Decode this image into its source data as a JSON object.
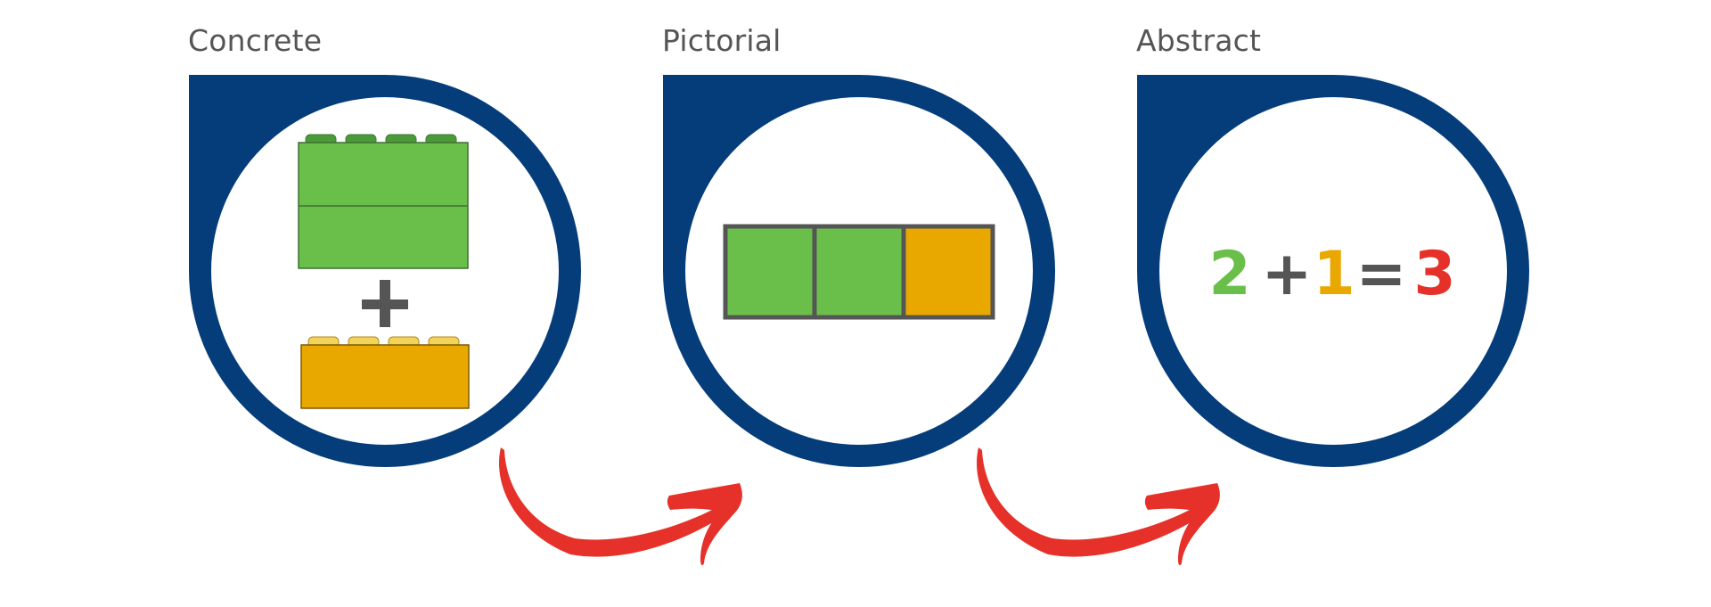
{
  "stages": [
    {
      "label": "Concrete"
    },
    {
      "label": "Pictorial"
    },
    {
      "label": "Abstract"
    }
  ],
  "concrete": {
    "operator": "+",
    "bricks": [
      {
        "color": "#6abf4b",
        "studs_color": "#4a9a3a"
      },
      {
        "color": "#e8a800",
        "studs_color": "#f3d35a"
      }
    ]
  },
  "pictorial": {
    "squares": [
      "#6abf4b",
      "#6abf4b",
      "#e8a800"
    ]
  },
  "abstract": {
    "equation": [
      {
        "text": "2",
        "color": "#6abf4b"
      },
      {
        "text": "+",
        "color": "#555555"
      },
      {
        "text": "1",
        "color": "#e8a800"
      },
      {
        "text": "=",
        "color": "#555555"
      },
      {
        "text": "3",
        "color": "#e53129"
      }
    ]
  },
  "colors": {
    "frame": "#053d7a",
    "arrow": "#e53129",
    "label": "#555555"
  }
}
